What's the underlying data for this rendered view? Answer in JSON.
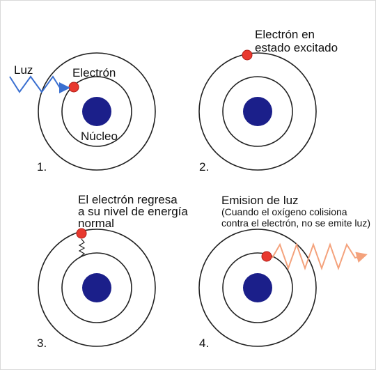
{
  "colors": {
    "nucleus": "#1b1f8a",
    "electron": "#e8392f",
    "electron_stroke": "#b01e18",
    "orbit": "#222222",
    "incoming_light": "#3a6fd0",
    "emitted_light": "#f4a27c"
  },
  "panel1": {
    "light_label": "Luz",
    "electron_label": "Electrón",
    "nucleus_label": "Núcleo",
    "number": "1."
  },
  "panel2": {
    "label_line1": "Electrón en",
    "label_line2": "estado excitado",
    "number": "2."
  },
  "panel3": {
    "label_line1": "El electrón regresa",
    "label_line2": "a su nivel de energía",
    "label_line3": "normal",
    "number": "3."
  },
  "panel4": {
    "title": "Emision de luz",
    "note_line1": "(Cuando el oxígeno colisiona",
    "note_line2": "contra el electrón, no se emite luz)",
    "number": "4."
  }
}
